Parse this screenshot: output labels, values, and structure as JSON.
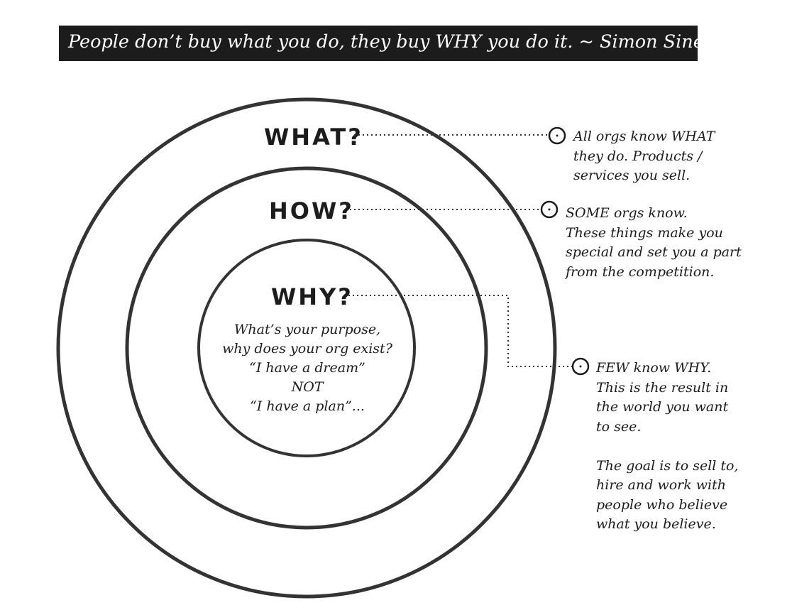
{
  "quote": {
    "text": "People don’t buy what you do, they buy WHY you do it. ~ Simon Sinek",
    "background_color": "#1c1c1c",
    "text_color": "#ffffff"
  },
  "circles": {
    "outer": {
      "label": "WHAT?"
    },
    "middle": {
      "label": "HOW?"
    },
    "inner": {
      "label": "WHY?",
      "body_lines": [
        "What’s your purpose,",
        "why does your org exist?",
        "“I have a dream”",
        "NOT",
        "“I have a plan”..."
      ]
    },
    "stroke_color": "#333333"
  },
  "annotations": {
    "what": {
      "lines": [
        "All orgs know WHAT",
        "they do. Products /",
        "services you sell."
      ]
    },
    "how": {
      "lines": [
        "SOME orgs know.",
        "These things make you",
        "special and set you a part",
        "from the competition."
      ]
    },
    "why": {
      "lines": [
        "FEW know WHY.",
        "This is the result in",
        "the world you want",
        "to see."
      ],
      "extra_lines": [
        "The goal is to sell to,",
        "hire and work with",
        "people who believe",
        "what you believe."
      ]
    }
  }
}
